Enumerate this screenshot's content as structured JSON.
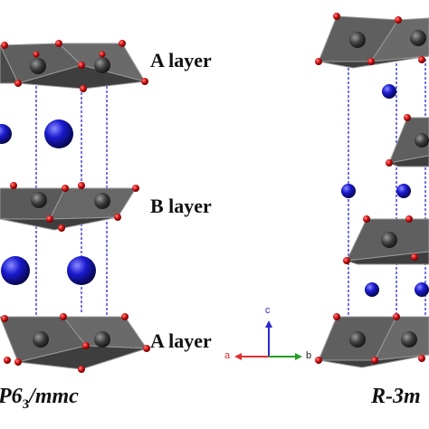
{
  "labels": {
    "layer_a_top": "A layer",
    "layer_b": "B layer",
    "layer_a_bottom": "A layer",
    "group_left_prefix": "P6",
    "group_left_sub": "3",
    "group_left_suffix": "/mmc",
    "group_right": "R-3m"
  },
  "axes": {
    "a": "a",
    "b": "b",
    "c": "c"
  },
  "colors": {
    "octahedron_face": "#5f5f5f",
    "octahedron_dark": "#3e3e3e",
    "oxygen": "#d21010",
    "metal": "#3a3a3a",
    "alkali": "#1a1aa8",
    "cell_line": "#1a1acc",
    "axis_a": "#e03030",
    "axis_b": "#22a022",
    "axis_c": "#2a2ad0"
  }
}
